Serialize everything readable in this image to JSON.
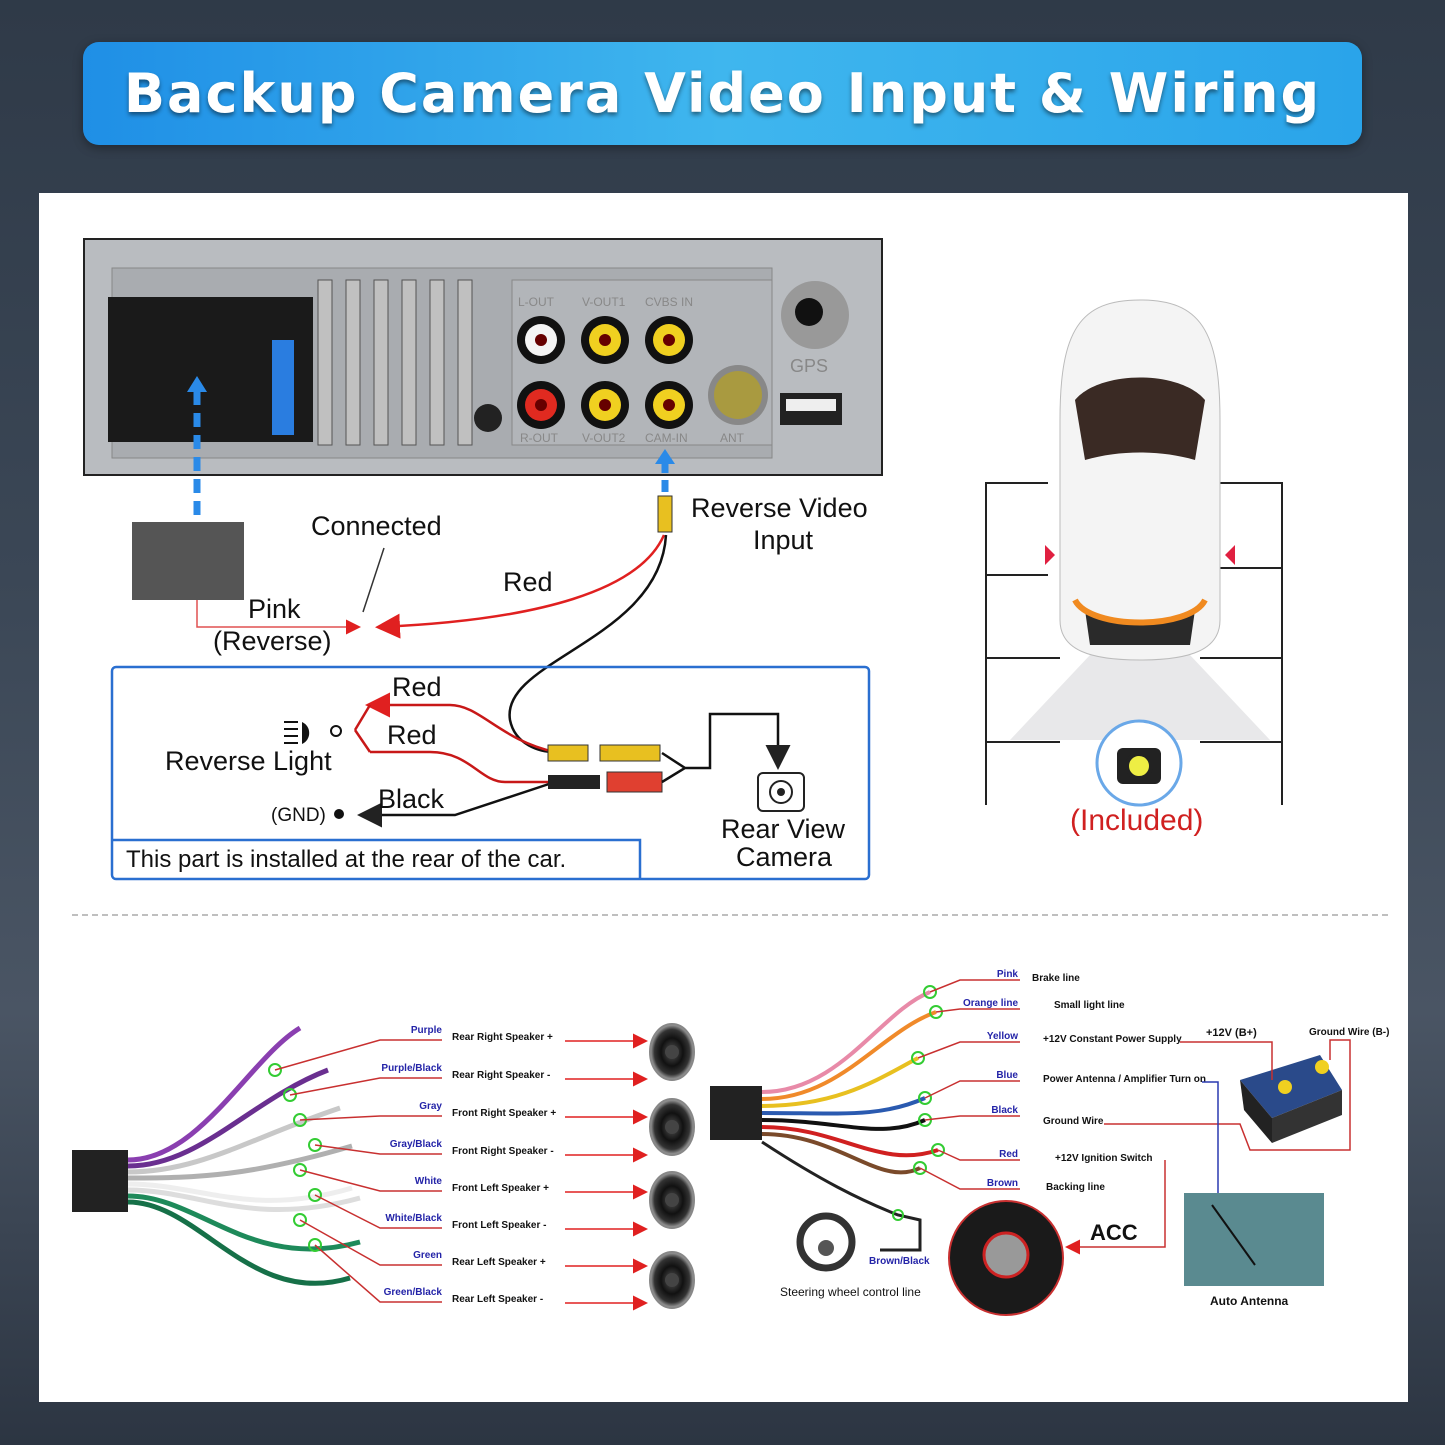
{
  "title": "Backup Camera Video Input & Wiring",
  "head_unit": {
    "ports": [
      "L-OUT",
      "V-OUT1",
      "CVBS IN",
      "R-OUT",
      "V-OUT2",
      "CAM-IN",
      "ANT",
      "GPS"
    ]
  },
  "camera_wiring": {
    "connected": "Connected",
    "pink": "Pink",
    "reverse": "(Reverse)",
    "red_top": "Red",
    "reverse_video_input_1": "Reverse Video",
    "reverse_video_input_2": "Input",
    "red_a": "Red",
    "red_b": "Red",
    "reverse_light": "Reverse Light",
    "black": "Black",
    "gnd": "(GND)",
    "rear_view_camera_1": "Rear View",
    "rear_view_camera_2": "Camera",
    "note": "This part is installed at the rear of the car.",
    "included": "(Included)"
  },
  "speaker_wires": [
    {
      "color": "Purple",
      "desc": "Rear Right Speaker +",
      "hex": "#8a3fb0"
    },
    {
      "color": "Purple/Black",
      "desc": "Rear Right Speaker -",
      "hex": "#6a2f90"
    },
    {
      "color": "Gray",
      "desc": "Front Right Speaker +",
      "hex": "#c8c8c8"
    },
    {
      "color": "Gray/Black",
      "desc": "Front Right Speaker -",
      "hex": "#b0b0b0"
    },
    {
      "color": "White",
      "desc": "Front Left Speaker +",
      "hex": "#eeeeee"
    },
    {
      "color": "White/Black",
      "desc": "Front Left Speaker -",
      "hex": "#dddddd"
    },
    {
      "color": "Green",
      "desc": "Rear Left Speaker +",
      "hex": "#1e8a5a"
    },
    {
      "color": "Green/Black",
      "desc": "Rear Left Speaker -",
      "hex": "#167048"
    }
  ],
  "power_wires": [
    {
      "color": "Pink",
      "desc": "Brake line",
      "hex": "#e88aa8"
    },
    {
      "color": "Orange line",
      "desc": "Small light line",
      "hex": "#f08a2a"
    },
    {
      "color": "Yellow",
      "desc": "+12V Constant Power Supply",
      "hex": "#e8c020"
    },
    {
      "color": "Blue",
      "desc": "Power Antenna / Amplifier Turn on",
      "hex": "#2a5ab0"
    },
    {
      "color": "Black",
      "desc": "Ground Wire",
      "hex": "#111111"
    },
    {
      "color": "Red",
      "desc": "+12V  Ignition Switch",
      "hex": "#d02020"
    },
    {
      "color": "Brown",
      "desc": "Backing line",
      "hex": "#7a4a2a"
    }
  ],
  "power_extra": {
    "brown_black": "Brown/Black",
    "steering": "Steering wheel control line",
    "battery_plus": "+12V  (B+)",
    "battery_minus": "Ground Wire (B-)",
    "acc": "ACC",
    "antenna": "Auto Antenna"
  },
  "colors": {
    "accent": "#2aa4ea",
    "red": "#e02020",
    "blue_box": "#2a6fd0",
    "label_blue": "#2424a8"
  }
}
